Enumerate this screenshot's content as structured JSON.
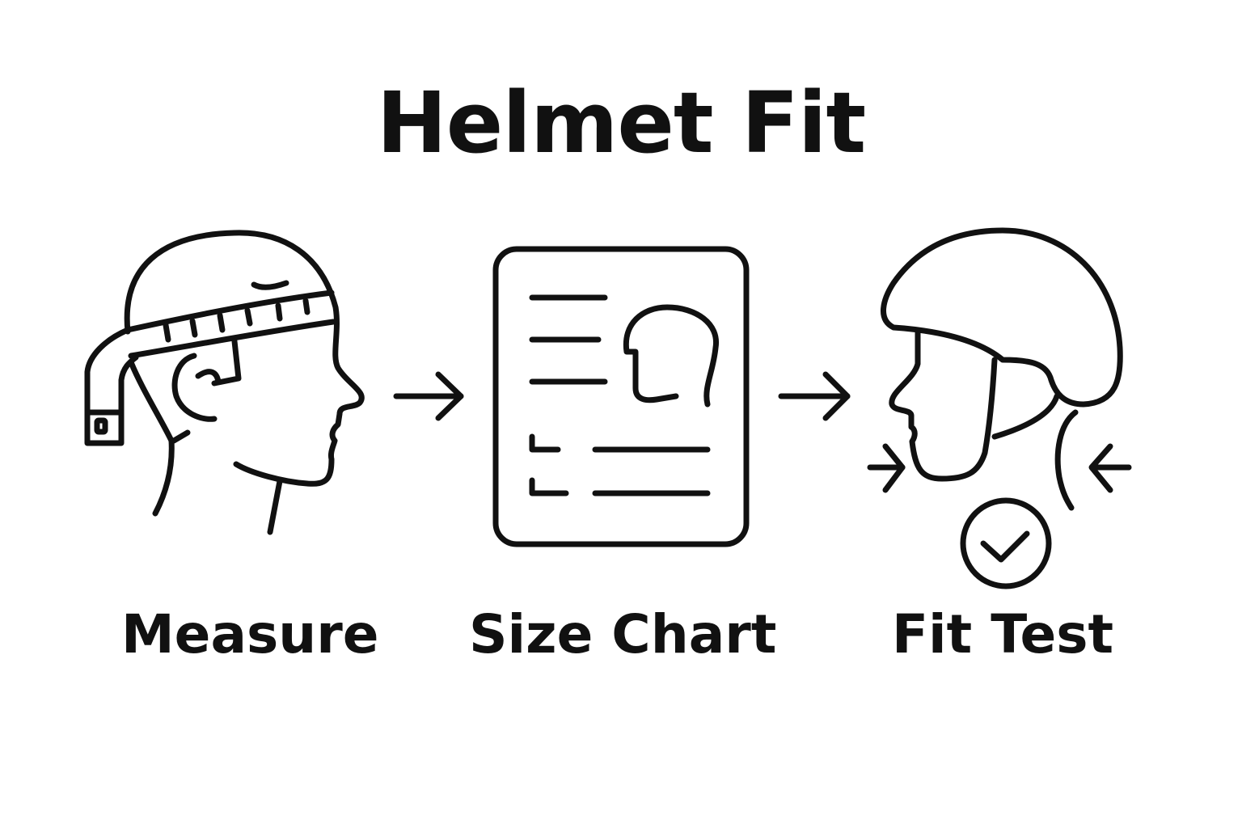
{
  "title": "Helmet Fit",
  "steps": [
    {
      "label": "Measure",
      "icon": "head-measuring-tape-icon"
    },
    {
      "label": "Size Chart",
      "icon": "size-chart-document-icon"
    },
    {
      "label": "Fit Test",
      "icon": "helmet-on-head-icon"
    }
  ],
  "connectors": [
    "right-arrow-icon",
    "right-arrow-icon"
  ],
  "colors": {
    "ink": "#111111",
    "background": "#ffffff"
  }
}
